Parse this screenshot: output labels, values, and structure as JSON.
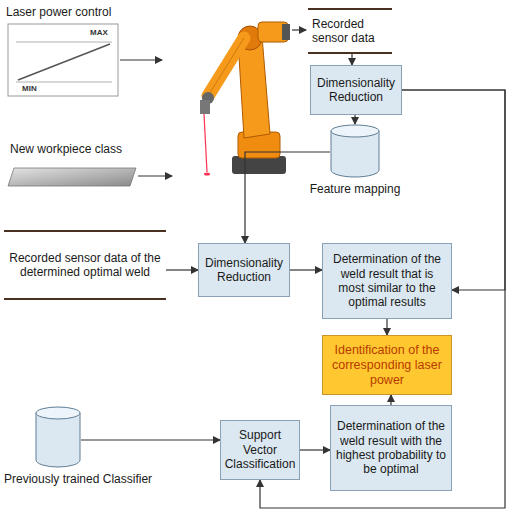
{
  "diagram": {
    "nodes": [
      {
        "text": [
          "Recorded sensor data"
        ]
      },
      {
        "text": [
          "Dimensionality Reduction"
        ]
      },
      {
        "text": [
          "Feature mapping"
        ]
      },
      {
        "text": [
          "Recorded sensor data of the determined optimal weld"
        ]
      },
      {
        "text": [
          "Dimensionality Reduction"
        ]
      },
      {
        "text": [
          "Determination of the weld result that is most similar to the optimal results"
        ]
      },
      {
        "text": [
          "Identification of the corresponding laser power"
        ]
      },
      {
        "text": [
          "Support Vector Classification"
        ]
      },
      {
        "text": [
          "Determination of the weld result with the highest probability to be optimal"
        ]
      },
      {
        "text": [
          "Previously trained Classifier"
        ]
      }
    ],
    "edges": [
      {
        "from": 0,
        "to": 1,
        "arrow": "to"
      },
      {
        "from": 1,
        "to": 2,
        "arrow": "to"
      },
      {
        "from": 1,
        "to": 5,
        "arrow": "to"
      },
      {
        "from": 1,
        "to": 7,
        "arrow": "to"
      },
      {
        "from": 2,
        "to": 4,
        "arrow": "to"
      },
      {
        "from": 3,
        "to": 4,
        "arrow": "to"
      },
      {
        "from": 4,
        "to": 5,
        "arrow": "to"
      },
      {
        "from": 5,
        "to": 6,
        "arrow": "to"
      },
      {
        "from": 8,
        "to": 6,
        "arrow": "to"
      },
      {
        "from": 7,
        "to": 8,
        "arrow": "to"
      },
      {
        "from": 9,
        "to": 7,
        "arrow": "to"
      }
    ],
    "labels": [
      "Laser power control",
      "MAX",
      "MIN",
      "New workpiece class"
    ]
  }
}
